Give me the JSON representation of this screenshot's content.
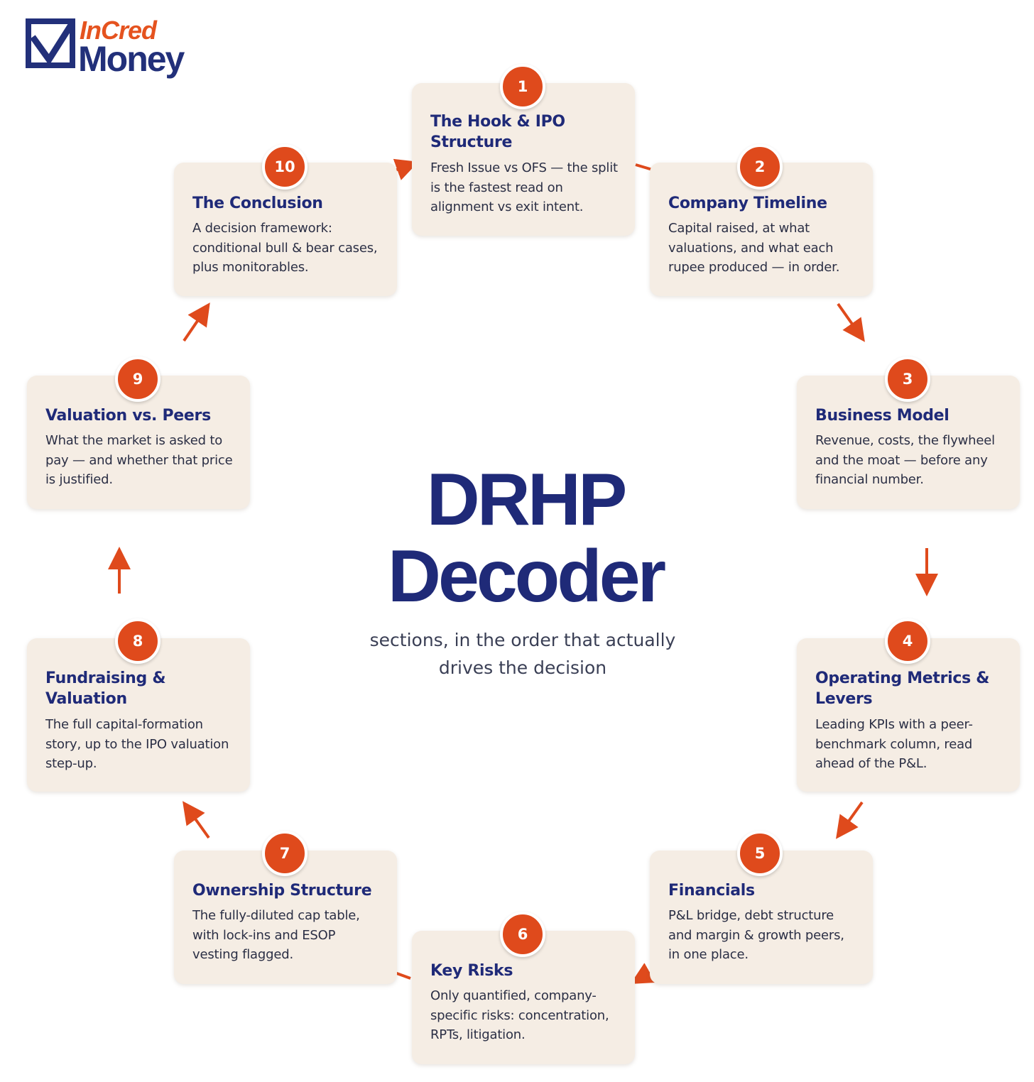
{
  "brand": {
    "line1": "InCred",
    "line2": "Money",
    "mark_color": "#22307a",
    "accent_color": "#e5531f"
  },
  "center": {
    "title_line1": "DRHP",
    "title_line2": "Decoder",
    "subtitle": "sections, in the order that actually drives the decision"
  },
  "colors": {
    "card_bg": "#f5ede4",
    "title": "#1f2a78",
    "badge": "#df4a1c",
    "arrow": "#df4a1c"
  },
  "steps": [
    {
      "number": "1",
      "title": "The Hook & IPO Structure",
      "description": "Fresh Issue vs OFS — the split is the fastest read on alignment vs exit intent."
    },
    {
      "number": "2",
      "title": "Company Timeline",
      "description": "Capital raised, at what valuations, and what each rupee produced — in order."
    },
    {
      "number": "3",
      "title": "Business Model",
      "description": "Revenue, costs, the flywheel and the moat — before any financial number."
    },
    {
      "number": "4",
      "title": "Operating Metrics & Levers",
      "description": "Leading KPIs with a peer-benchmark column, read ahead of the P&L."
    },
    {
      "number": "5",
      "title": "Financials",
      "description": "P&L bridge, debt structure and margin & growth peers, in one place."
    },
    {
      "number": "6",
      "title": "Key Risks",
      "description": "Only quantified, company-specific risks: concentration, RPTs, litigation."
    },
    {
      "number": "7",
      "title": "Ownership Structure",
      "description": "The fully-diluted cap table, with lock-ins and ESOP vesting flagged."
    },
    {
      "number": "8",
      "title": "Fundraising & Valuation",
      "description": "The full capital-formation story, up to the IPO valuation step-up."
    },
    {
      "number": "9",
      "title": "Valuation vs. Peers",
      "description": "What the market is asked to pay — and whether that price is justified."
    },
    {
      "number": "10",
      "title": "The Conclusion",
      "description": "A decision framework: conditional bull & bear cases, plus monitorables."
    }
  ]
}
